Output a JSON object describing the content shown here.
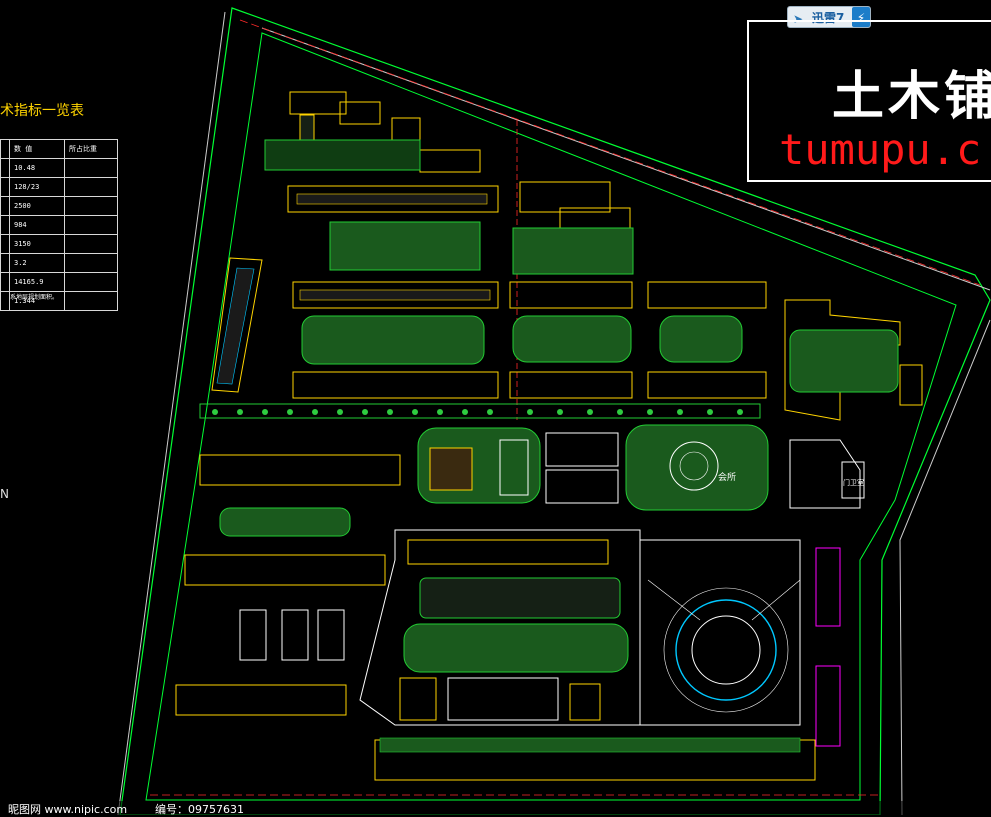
{
  "legend": {
    "title": "术指标一览表",
    "header": [
      "",
      "数 值",
      "所占比重"
    ],
    "rows": [
      "10.48",
      "128/23",
      "2500",
      "984",
      "3150",
      "3.2",
      "14165.9",
      "1.344"
    ],
    "note": "系地层规划面积。"
  },
  "side_letter": "N",
  "watermark": {
    "brand": "迅雷7",
    "title": "土木铺",
    "url": "tumupu.c"
  },
  "plan_labels": {
    "clubhouse": "会所",
    "gate": "门卫室"
  },
  "footer": {
    "site": "昵图网 www.nipic.com",
    "id": "编号：09757631"
  },
  "colors": {
    "background": "#000000",
    "road": "#00ff33",
    "building": "#ffd400",
    "green": "#1f9d2a",
    "red_axis": "#ff2a2a",
    "white": "#ffffff",
    "cyan": "#00c8ff",
    "magenta": "#ff00ff"
  }
}
